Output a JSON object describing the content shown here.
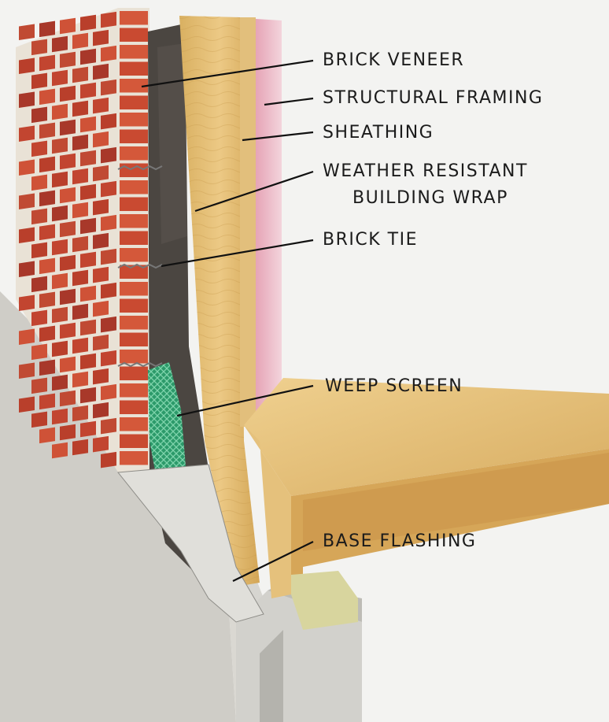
{
  "labels": {
    "brick_veneer": "BRICK VENEER",
    "structural_framing": "STRUCTURAL FRAMING",
    "sheathing": "SHEATHING",
    "building_wrap_line1": "WEATHER RESISTANT",
    "building_wrap_line2": "BUILDING WRAP",
    "brick_tie": "BRICK TIE",
    "weep_screen": "WEEP SCREEN",
    "base_flashing": "BASE FLASHING"
  },
  "colors": {
    "brick": "#c8472f",
    "mortar": "#e9e2d6",
    "wrap": "#4b4641",
    "sheathing": "#e7c888",
    "insulation": "#e8b5c3",
    "weep_screen": "#2f9e6d",
    "concrete": "#c9c8c3"
  }
}
